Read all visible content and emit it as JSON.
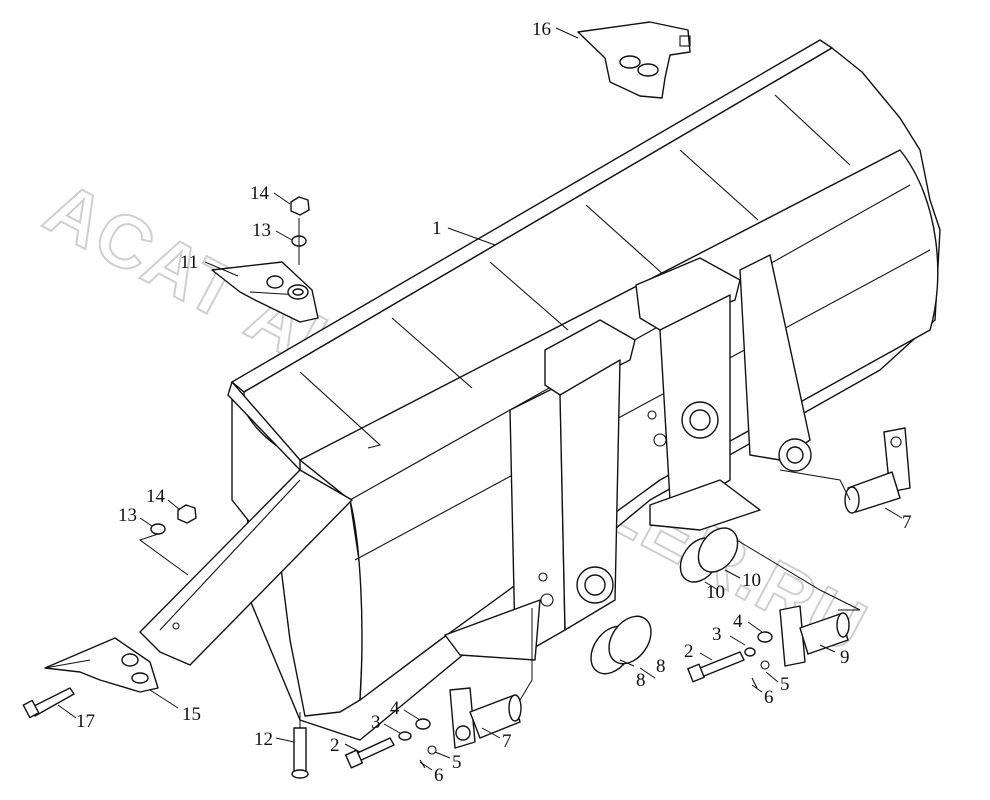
{
  "watermark": "ACAT AUTO DEALER.RU",
  "callouts": [
    "1",
    "2",
    "2",
    "3",
    "3",
    "4",
    "4",
    "5",
    "5",
    "6",
    "6",
    "7",
    "7",
    "8",
    "8",
    "9",
    "10",
    "10",
    "11",
    "12",
    "13",
    "13",
    "14",
    "14",
    "15",
    "16",
    "17"
  ]
}
